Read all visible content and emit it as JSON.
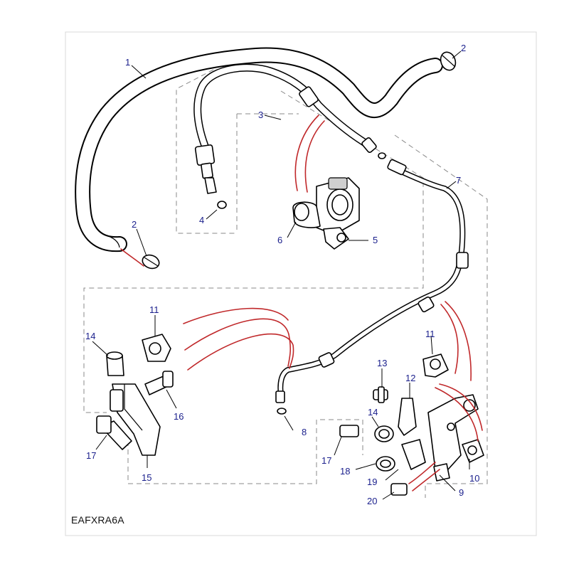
{
  "diagram": {
    "reference_code": "EAFXRA6A",
    "callouts": [
      "1",
      "2",
      "2",
      "3",
      "4",
      "5",
      "6",
      "7",
      "8",
      "9",
      "10",
      "11",
      "11",
      "12",
      "13",
      "14",
      "14",
      "15",
      "16",
      "17",
      "17",
      "18",
      "19",
      "20"
    ]
  },
  "colors": {
    "callout_text": "#1a1f8c",
    "red_guides": "#c0282a",
    "dashed_frame": "#8a8a8a",
    "linework": "#000000"
  }
}
